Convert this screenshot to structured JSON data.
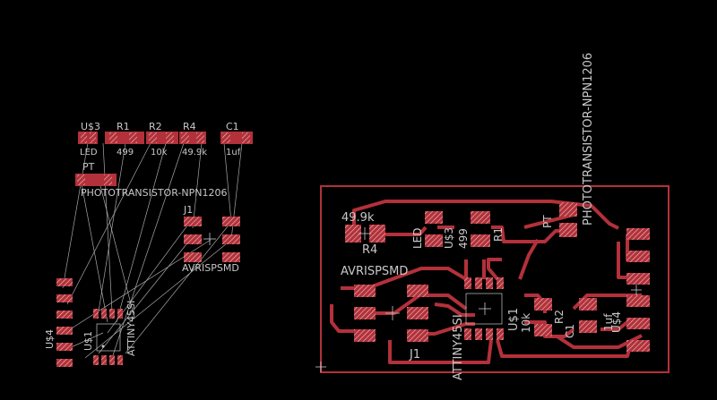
{
  "colors": {
    "background": "#000000",
    "copper": "#b3313a",
    "pad": "#b3313a",
    "pad_hatch": "#e6c8c8",
    "label": "#c8c8c8",
    "airwire": "#a8a8a8",
    "board_outline": "#b3313a"
  },
  "unplaced": {
    "labels": {
      "us3": "U$3",
      "r1": "R1",
      "r2": "R2",
      "r4": "R4",
      "c1": "C1",
      "led": "LED",
      "v499": "499",
      "v10k": "10k",
      "v499k": "49.9k",
      "v1uf": "1uf",
      "pt": "PT",
      "pt_value": "PHOTOTRANSISTOR-NPN1206",
      "j1": "J1",
      "avrispsmd": "AVRISPSMD",
      "us4": "U$4",
      "us1": "U$1",
      "attiny": "ATTINY45SI"
    }
  },
  "board": {
    "labels": {
      "r4_value": "49.9k",
      "r4": "R4",
      "led": "LED",
      "us3": "U$3",
      "v499": "499",
      "r1": "R1",
      "pt": "PT",
      "pt_value": "PHOTOTRANSISTOR-NPN1206",
      "avrispsmd": "AVRISPSMD",
      "j1": "J1",
      "attiny": "ATTINY45SI",
      "us1": "U$1",
      "v10k": "10k",
      "r2": "R2",
      "c1": "C1",
      "v1uf": "1uf",
      "us4": "U$4"
    }
  }
}
